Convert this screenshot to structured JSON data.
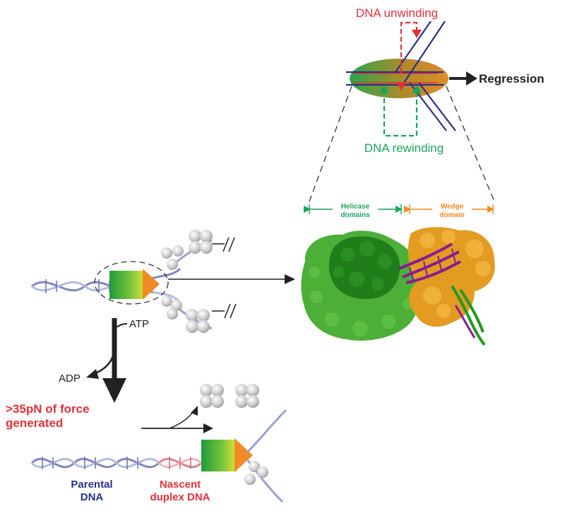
{
  "inset": {
    "unwinding_label": "DNA unwinding",
    "rewinding_label": "DNA rewinding",
    "regression_label": "Regression"
  },
  "structure": {
    "helicase_label_line1": "Helicase",
    "helicase_label_line2": "domains",
    "wedge_label_line1": "Wedge",
    "wedge_label_line2": "domain"
  },
  "mechanism": {
    "atp_label": "ATP",
    "adp_label": "ADP",
    "force_line1": ">35pN of force",
    "force_line2": "generated"
  },
  "bottom": {
    "parental_line1": "Parental",
    "parental_line2": "DNA",
    "nascent_line1": "Nascent",
    "nascent_line2": "duplex DNA"
  },
  "colors": {
    "red": "#e3303a",
    "green": "#1aa65a",
    "orange": "#f08a24",
    "blue_strand": "#7f86c4",
    "red_strand": "#e58088",
    "navy": "#2b2f8a",
    "dark_green_protein": "#1f7d1a",
    "light_green_protein": "#4caf38",
    "gold_protein": "#e39b21",
    "dna_magenta": "#8b1a8f"
  }
}
